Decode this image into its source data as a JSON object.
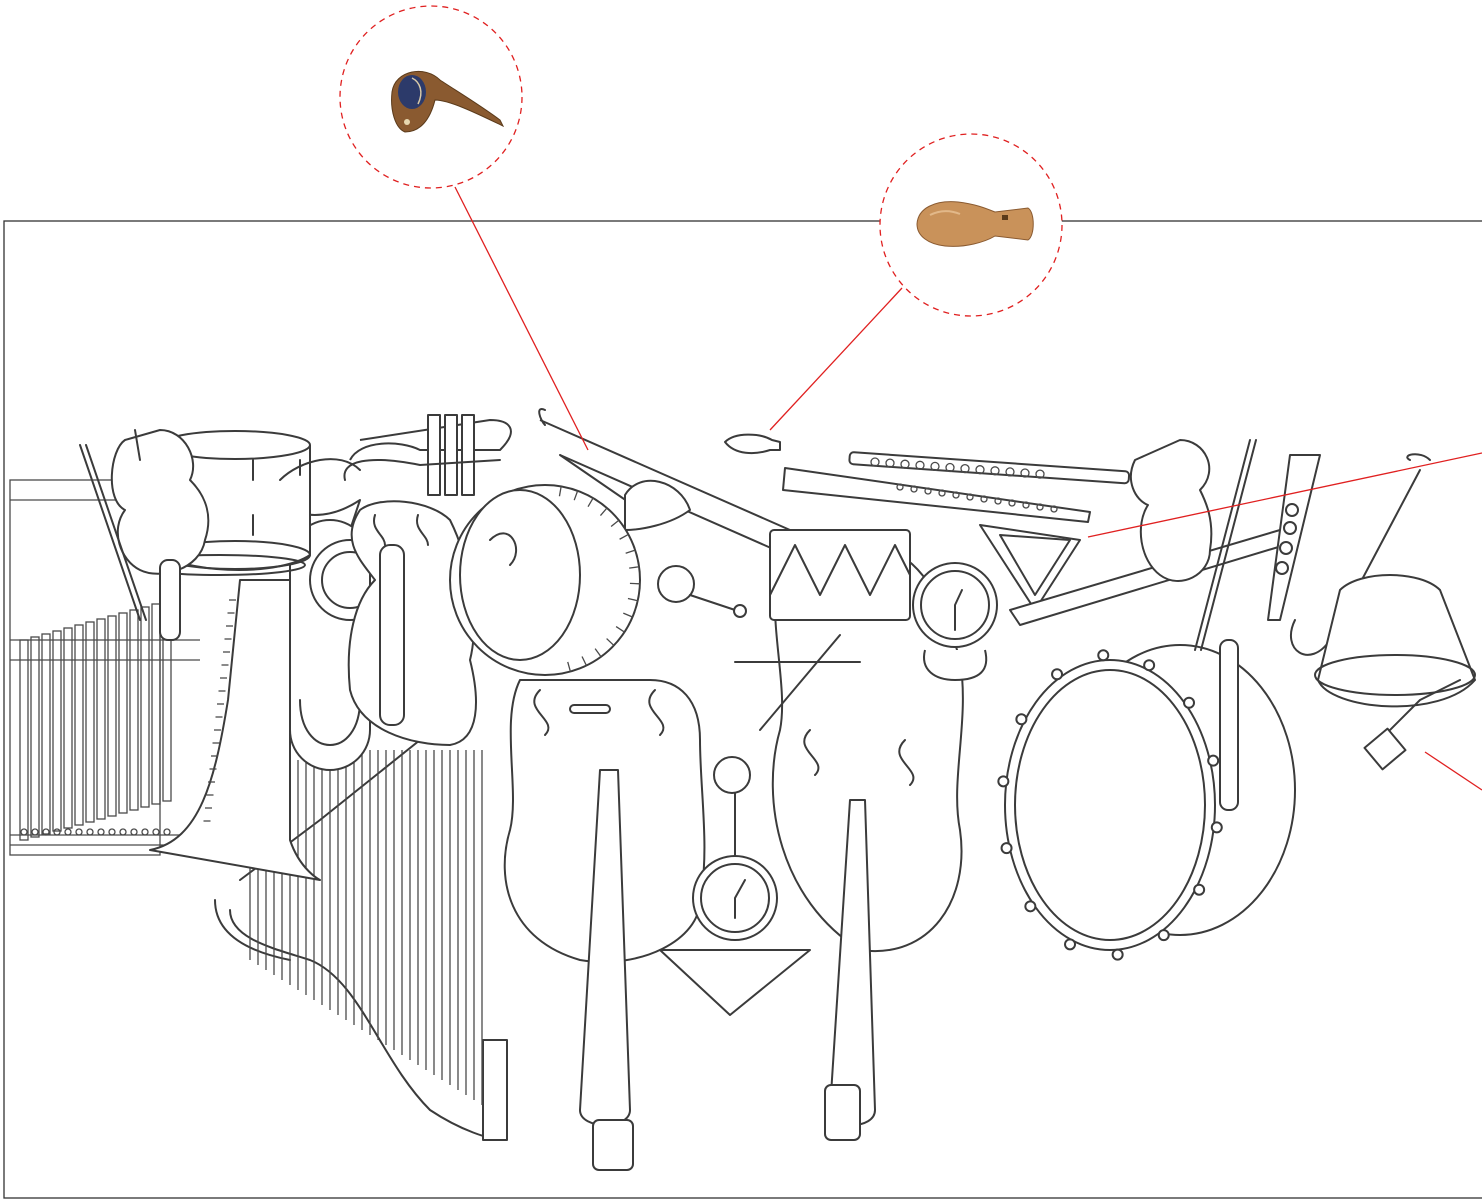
{
  "scene": {
    "background": "#ffffff",
    "line_color": "#3b3b3b",
    "accent_color": "#e02020",
    "wood_color": "#c9925a",
    "dark_wood_color": "#8a5a30",
    "instruments": [
      "xylophone",
      "violin",
      "snare-drum",
      "tuba",
      "trumpet",
      "french-horn",
      "trombone",
      "gong",
      "harp",
      "cello",
      "double-bass",
      "maracas",
      "ocarina-whistle",
      "clarinet",
      "flute",
      "drum",
      "metronome-clock",
      "triangle",
      "bass-drum",
      "oboe",
      "saxophone",
      "bassoon",
      "timpani"
    ]
  },
  "callouts": [
    {
      "id": "wooden-mouthpiece",
      "icon": "wooden-instrument-part-icon",
      "points_to": "cello-scroll"
    },
    {
      "id": "wooden-whistle",
      "icon": "wooden-whistle-icon",
      "points_to": "ocarina"
    },
    {
      "id": "offscreen-right",
      "icon": "none",
      "points_to": "triangle"
    }
  ]
}
